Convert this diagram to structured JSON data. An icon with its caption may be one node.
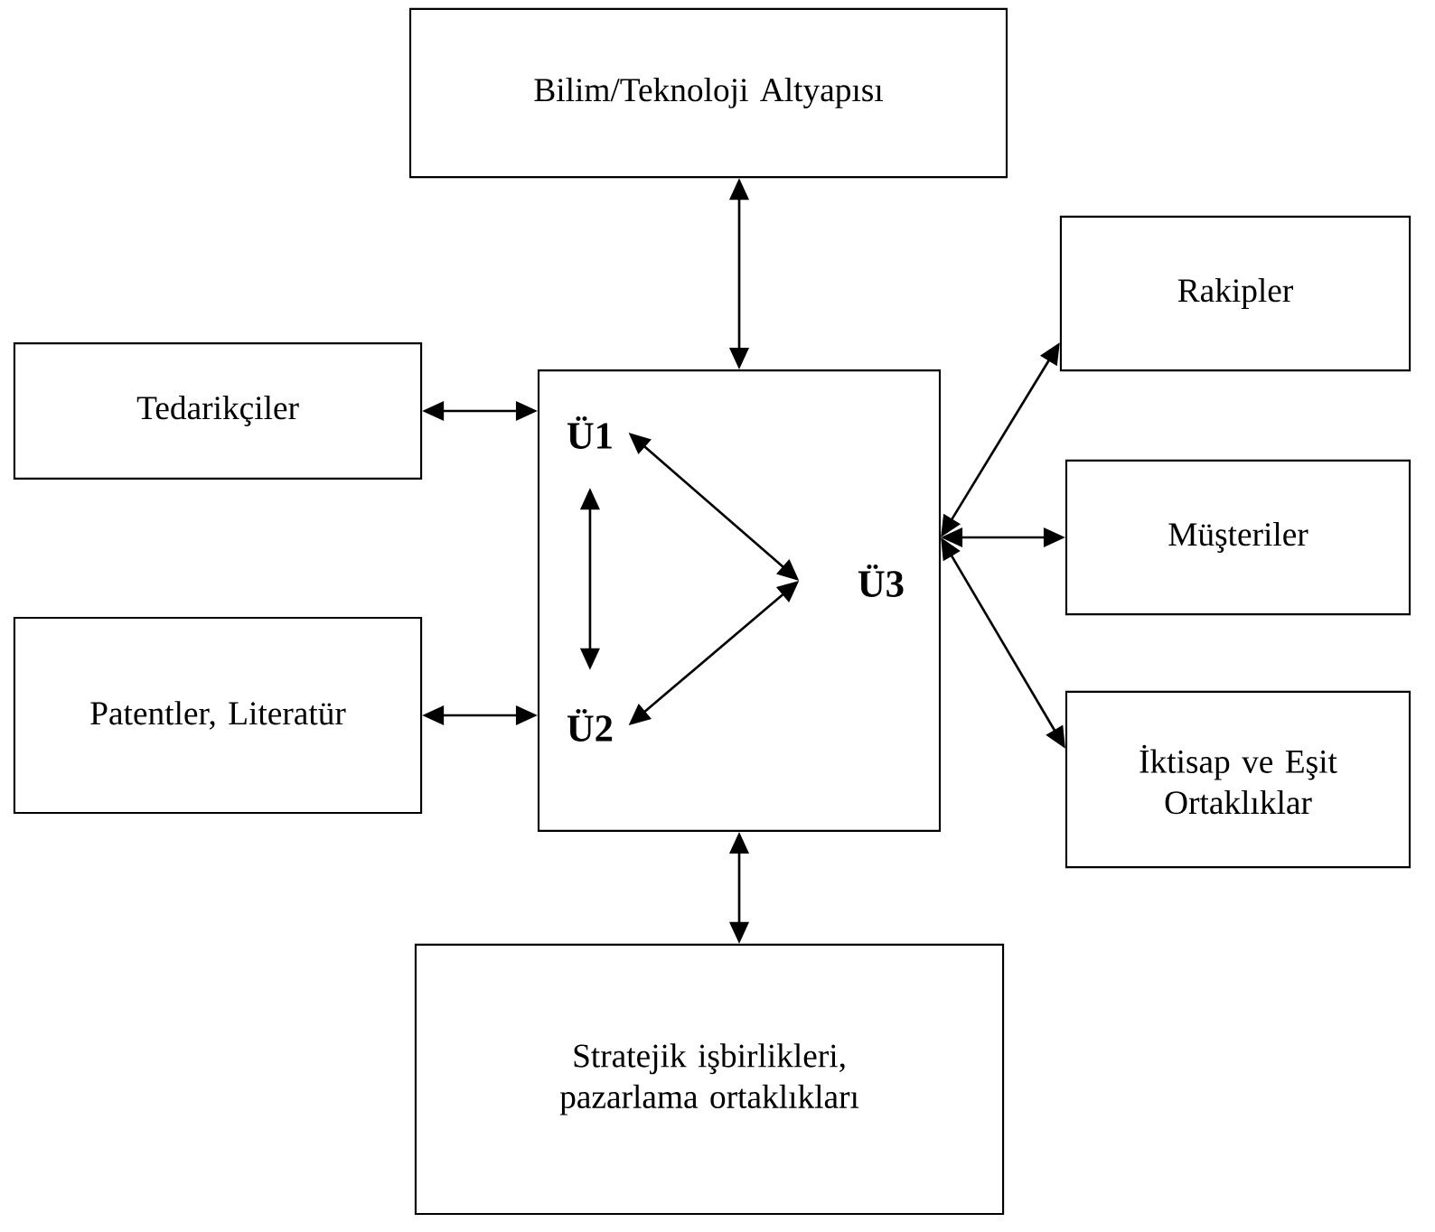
{
  "diagram": {
    "nodes": [
      {
        "text": [
          "Bilim/Teknoloji Altyapısı"
        ]
      },
      {
        "text": [
          "Rakipler"
        ]
      },
      {
        "text": [
          "Tedarikçiler"
        ]
      },
      {
        "text": [],
        "shape": "box"
      },
      {
        "text": [
          "Ü1"
        ],
        "in": 3
      },
      {
        "text": [
          "Ü3"
        ],
        "in": 3
      },
      {
        "text": [
          "Ü2"
        ],
        "in": 3
      },
      {
        "text": [
          "Müşteriler"
        ]
      },
      {
        "text": [
          "Patentler, Literatür"
        ]
      },
      {
        "text": [
          "İktisap ve Eşit Ortaklıklar"
        ]
      },
      {
        "text": [
          "Stratejik işbirlikleri, pazarlama ortaklıkları"
        ]
      }
    ],
    "edges": [
      {
        "from": 0,
        "to": 3,
        "arrow": "both"
      },
      {
        "from": 2,
        "to": 3,
        "arrow": "both"
      },
      {
        "from": 8,
        "to": 3,
        "arrow": "both"
      },
      {
        "from": 4,
        "to": 5,
        "arrow": "both"
      },
      {
        "from": 4,
        "to": 6,
        "arrow": "both"
      },
      {
        "from": 6,
        "to": 5,
        "arrow": "both"
      },
      {
        "from": 3,
        "to": 1,
        "arrow": "both"
      },
      {
        "from": 3,
        "to": 7,
        "arrow": "both"
      },
      {
        "from": 3,
        "to": 9,
        "arrow": "both"
      },
      {
        "from": 3,
        "to": 10,
        "arrow": "both"
      }
    ]
  }
}
